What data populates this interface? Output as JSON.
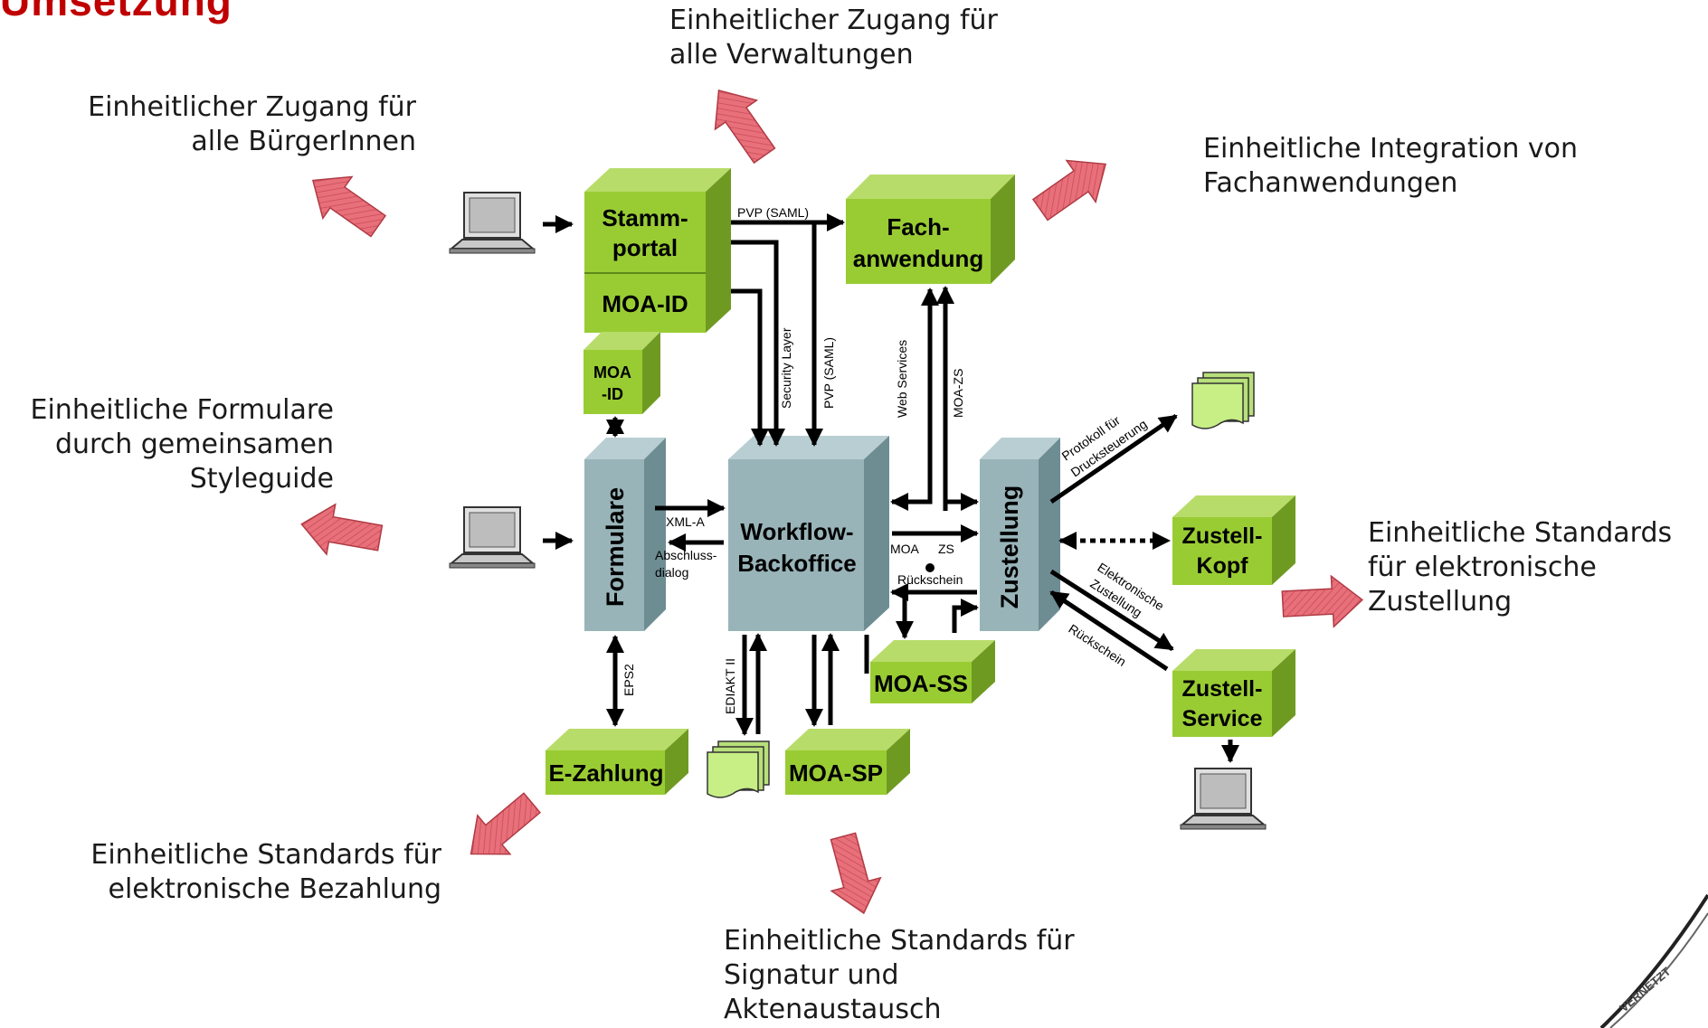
{
  "header_fragment": "Umsetzung",
  "callouts": {
    "verwaltungen": [
      "Einheitlicher Zugang für",
      "alle Verwaltungen"
    ],
    "buerger": [
      "Einheitlicher Zugang für",
      "alle BürgerInnen"
    ],
    "fachanwendungen": [
      "Einheitliche Integration von",
      "Fachanwendungen"
    ],
    "formulare": [
      "Einheitliche Formulare",
      "durch gemeinsamen",
      "Styleguide"
    ],
    "zustellung": [
      "Einheitliche Standards",
      "für elektronische",
      "Zustellung"
    ],
    "bezahlung": [
      "Einheitliche Standards für",
      "elektronische Bezahlung"
    ],
    "signatur": [
      "Einheitliche Standards für",
      "Signatur und",
      "Aktenaustausch"
    ]
  },
  "boxes": {
    "stammportal": [
      "Stamm-",
      "portal"
    ],
    "moa_id": "MOA-ID",
    "moa_id_small": [
      "MOA",
      "-ID"
    ],
    "fachanwendung": [
      "Fach-",
      "anwendung"
    ],
    "formulare": "Formulare",
    "workflow": [
      "Workflow-",
      "Backoffice"
    ],
    "zustellung": "Zustellung",
    "zustell_kopf": [
      "Zustell-",
      "Kopf"
    ],
    "zustell_service": [
      "Zustell-",
      "Service"
    ],
    "moa_ss": "MOA-SS",
    "moa_sp": "MOA-SP",
    "e_zahlung": "E-Zahlung"
  },
  "edges": {
    "pvp_saml_h": "PVP (SAML)",
    "security_layer": "Security Layer",
    "pvp_saml_v": "PVP (SAML)",
    "web_services": "Web Services",
    "moa_zs": "MOA-ZS",
    "xml_a": "XML-A",
    "abschluss": [
      "Abschluss-",
      "dialog"
    ],
    "moa": "MOA",
    "zs": "ZS",
    "rueckschein": "Rückschein",
    "protokoll": [
      "Protokoll für",
      "Drucksteuerung"
    ],
    "elektronische": [
      "Elektronische",
      "Zustellung"
    ],
    "rueckschein2": "Rückschein",
    "eps2": "EPS2",
    "edik": "EDIAKT II"
  },
  "watermark": "VERNETZT",
  "colors": {
    "green_front": "#99cc33",
    "green_top": "#b8dc6a",
    "green_side": "#6f9a22",
    "grey_front": "#98b4b9",
    "grey_top": "#b9ced2",
    "grey_side": "#6d8d93",
    "arrow_fill": "#e8707a",
    "title_red": "#c00000"
  }
}
